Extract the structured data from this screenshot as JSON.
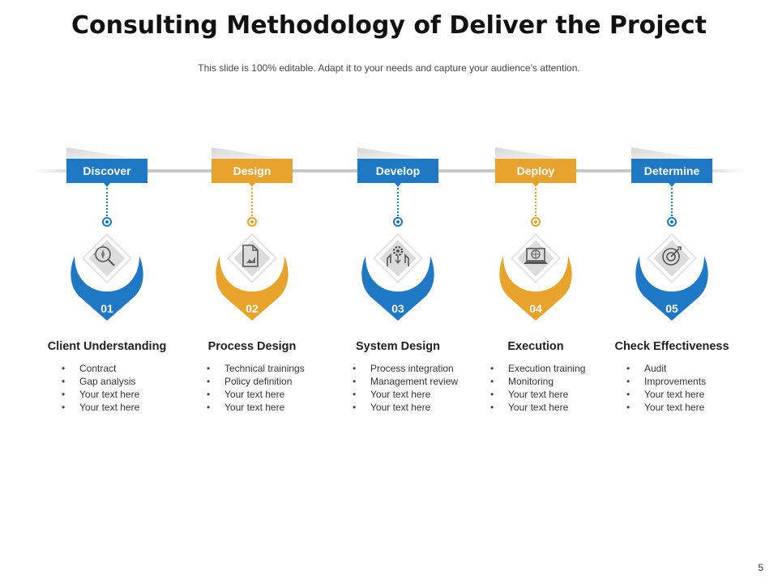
{
  "title": "Consulting Methodology of Deliver the Project",
  "subtitle": "This slide is 100% editable. Adapt it to your needs and capture your audience’s attention.",
  "page_number": "5",
  "colors": {
    "blue": "#1f78c3",
    "orange": "#e7a32c"
  },
  "steps": [
    {
      "label": "Discover",
      "number": "01",
      "title": "Client Understanding",
      "color": "blue",
      "icon": "search-compass-icon",
      "bullets": [
        "Contract",
        "Gap analysis",
        "Your text here",
        "Your text here"
      ]
    },
    {
      "label": "Design",
      "number": "02",
      "title": "Process Design",
      "color": "orange",
      "icon": "document-chart-icon",
      "bullets": [
        "Technical trainings",
        "Policy definition",
        "Your text here",
        "Your text here"
      ]
    },
    {
      "label": "Develop",
      "number": "03",
      "title": "System Design",
      "color": "blue",
      "icon": "gear-hands-icon",
      "bullets": [
        "Process integration",
        "Management review",
        "Your text here",
        "Your text here"
      ]
    },
    {
      "label": "Deploy",
      "number": "04",
      "title": "Execution",
      "color": "orange",
      "icon": "laptop-globe-icon",
      "bullets": [
        "Execution training",
        "Monitoring",
        "Your text here",
        "Your text here"
      ]
    },
    {
      "label": "Determine",
      "number": "05",
      "title": "Check Effectiveness",
      "color": "blue",
      "icon": "target-arrow-icon",
      "bullets": [
        "Audit",
        "Improvements",
        "Your text here",
        "Your text here"
      ]
    }
  ]
}
